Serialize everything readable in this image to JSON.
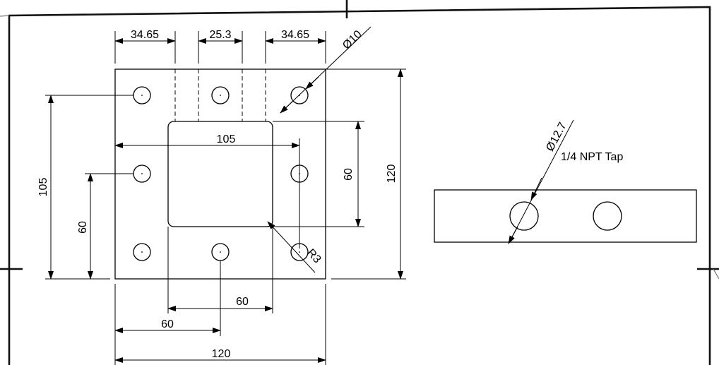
{
  "dimensions": {
    "top_left_spacing": "34.65",
    "top_mid_spacing": "25.3",
    "top_right_spacing": "34.65",
    "hole_diameter": "Ø10",
    "left_outer_vertical": "105",
    "left_inner_vertical": "60",
    "right_inner_vertical": "60",
    "right_outer_vertical": "120",
    "inner_horizontal": "105",
    "corner_radius": "R3",
    "bottom_pocket": "60",
    "bottom_hole_offset": "60",
    "bottom_overall": "120",
    "tap_diameter": "Ø12.7"
  },
  "notes": {
    "tap_label": "1/4 NPT Tap"
  },
  "colors": {
    "line": "#000000",
    "frame": "#111111"
  }
}
